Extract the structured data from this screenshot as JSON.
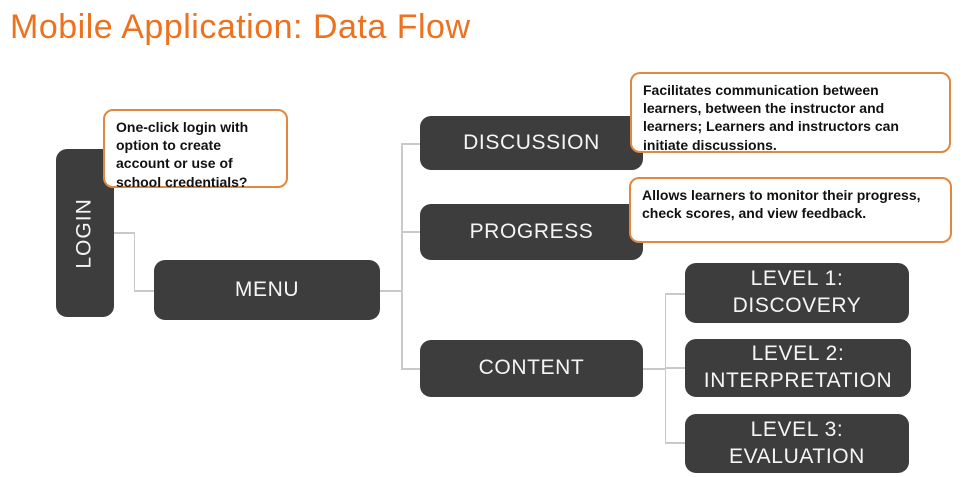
{
  "title": "Mobile Application: Data Flow",
  "colors": {
    "accent_orange": "#ED7220",
    "box_dark": "#3D3D3D",
    "box_text": "#F5F5F5",
    "connector": "#C9C9C9",
    "callout_border": "#E1873F",
    "callout_text": "#111111",
    "canvas_bg": "#FFFFFF"
  },
  "nodes": {
    "login": {
      "label": "LOGIN"
    },
    "menu": {
      "label": "MENU"
    },
    "discussion": {
      "label": "DISCUSSION"
    },
    "progress": {
      "label": "PROGRESS"
    },
    "content": {
      "label": "CONTENT"
    },
    "level1": {
      "label": "LEVEL 1:\nDISCOVERY"
    },
    "level2": {
      "label": "LEVEL 2:\nINTERPRETATION"
    },
    "level3": {
      "label": "LEVEL 3:\nEVALUATION"
    }
  },
  "callouts": {
    "login_note": "One-click login with option to create account or use of school credentials?",
    "discussion_note": "Facilitates communication between learners, between the instructor and learners; Learners and instructors can initiate discussions.",
    "progress_note": "Allows learners to monitor their progress, check scores, and view feedback."
  }
}
